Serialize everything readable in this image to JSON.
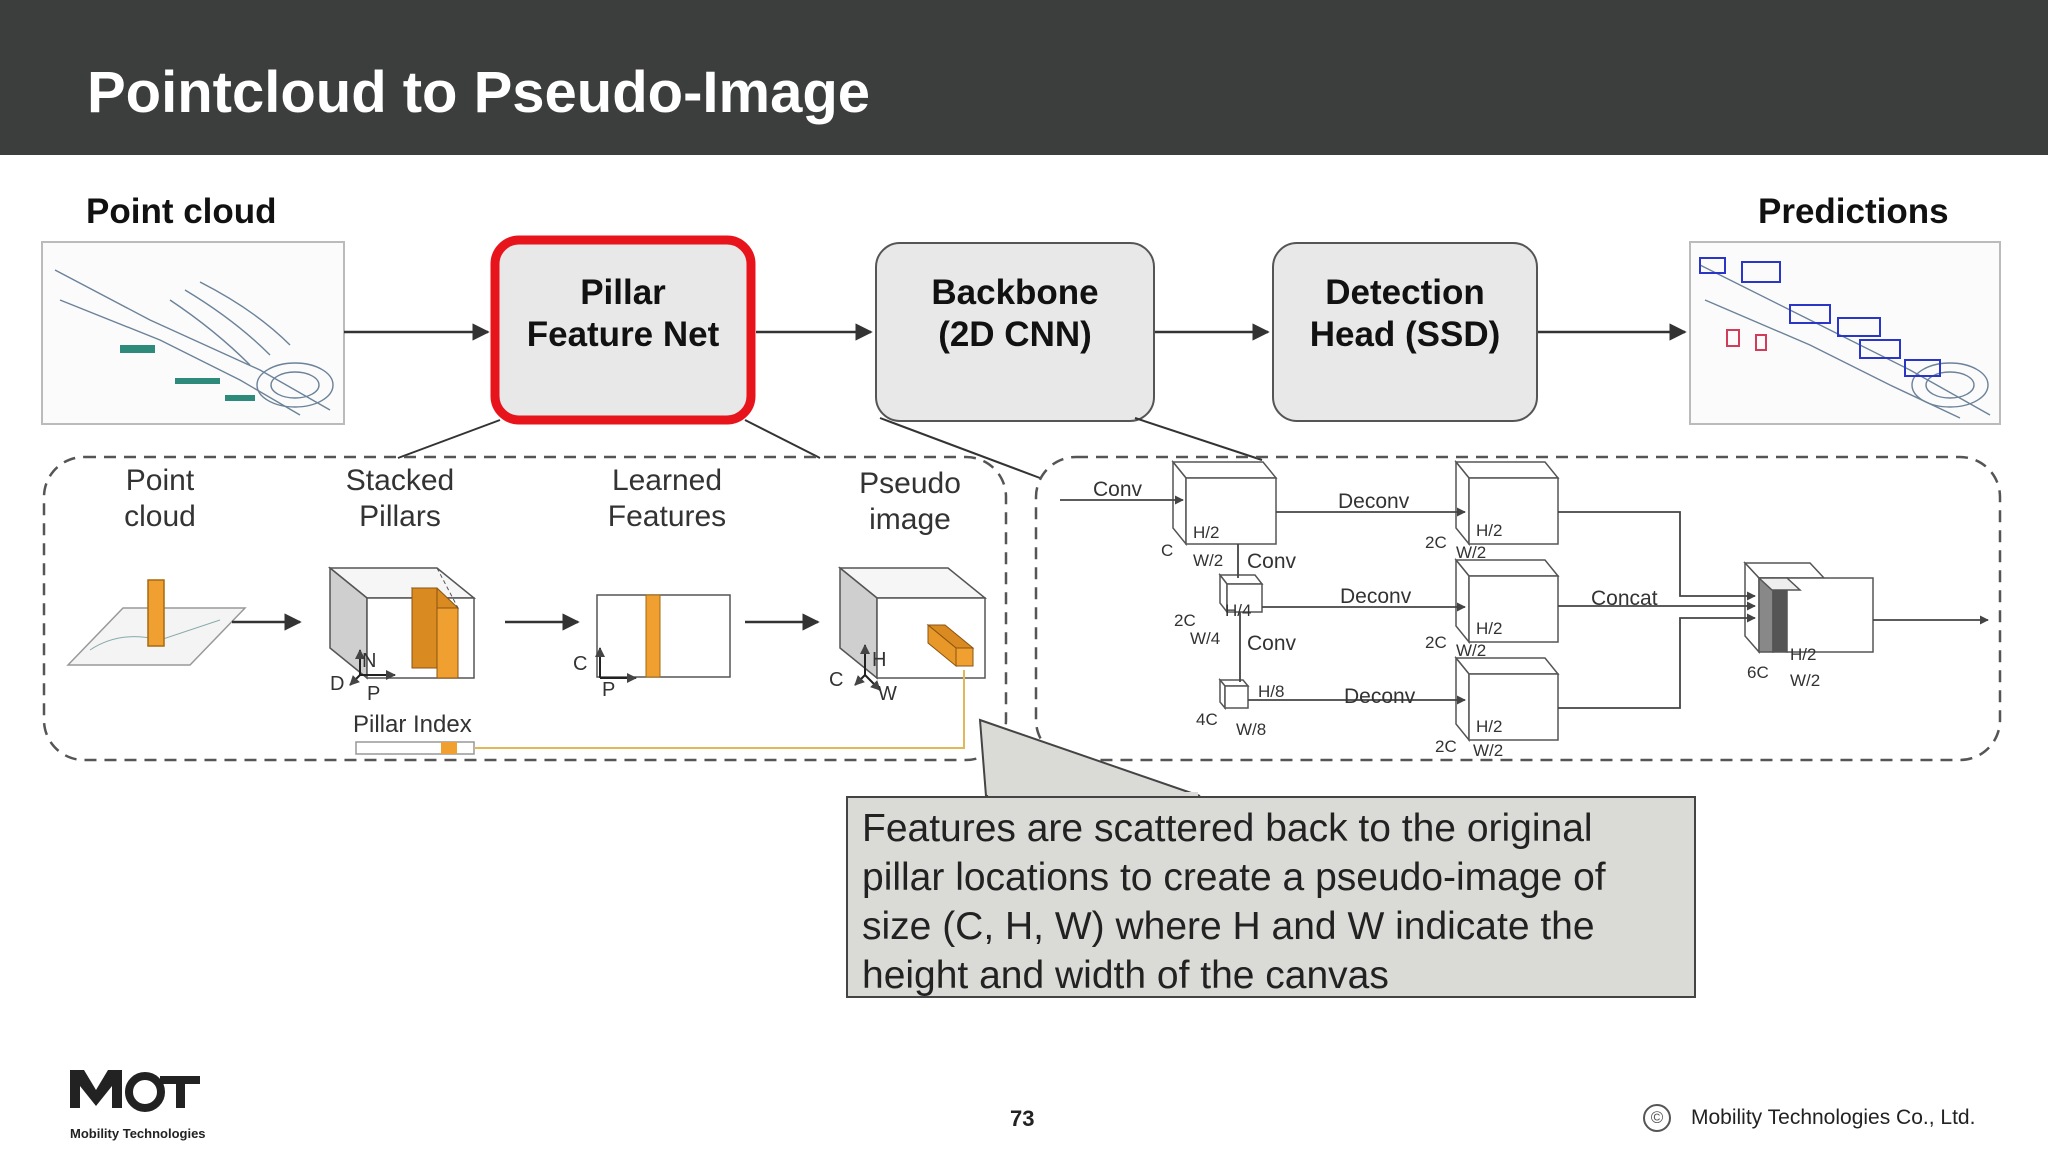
{
  "slide": {
    "title": "Pointcloud to Pseudo-Image",
    "page_number": "73"
  },
  "top_row": {
    "input_label": "Point cloud",
    "output_label": "Predictions",
    "blocks": [
      "Pillar\nFeature Net",
      "Backbone\n(2D CNN)",
      "Detection\nHead (SSD)"
    ],
    "highlight_color": "#e8141c"
  },
  "pillar_panel": {
    "stage_labels": [
      "Point\ncloud",
      "Stacked\nPillars",
      "Learned\nFeatures",
      "Pseudo\nimage"
    ],
    "axis_labels": {
      "stacked": [
        "N",
        "D",
        "P"
      ],
      "learned": [
        "C",
        "P"
      ],
      "pseudo": [
        "H",
        "C",
        "W"
      ]
    },
    "pillar_index_label": "Pillar Index",
    "accent_color": "#f0a030"
  },
  "backbone_panel": {
    "op_labels": [
      "Conv",
      "Conv",
      "Conv",
      "Deconv",
      "Deconv",
      "Deconv",
      "Concat"
    ],
    "dim_labels": [
      "C",
      "H/2",
      "W/2",
      "2C",
      "H/4",
      "W/4",
      "4C",
      "H/8",
      "W/8",
      "2C",
      "H/2",
      "W/2",
      "2C",
      "H/2",
      "W/2",
      "2C",
      "H/2",
      "W/2",
      "6C",
      "H/2",
      "W/2"
    ]
  },
  "callout_text": "Features are scattered back to the original pillar locations to create a pseudo-image of size (C, H, W) where H and W indicate the height and width of the canvas",
  "footer": {
    "logo_caption": "Mobility Technologies",
    "copyright_symbol": "©",
    "copyright": "Mobility Technologies Co., Ltd."
  }
}
